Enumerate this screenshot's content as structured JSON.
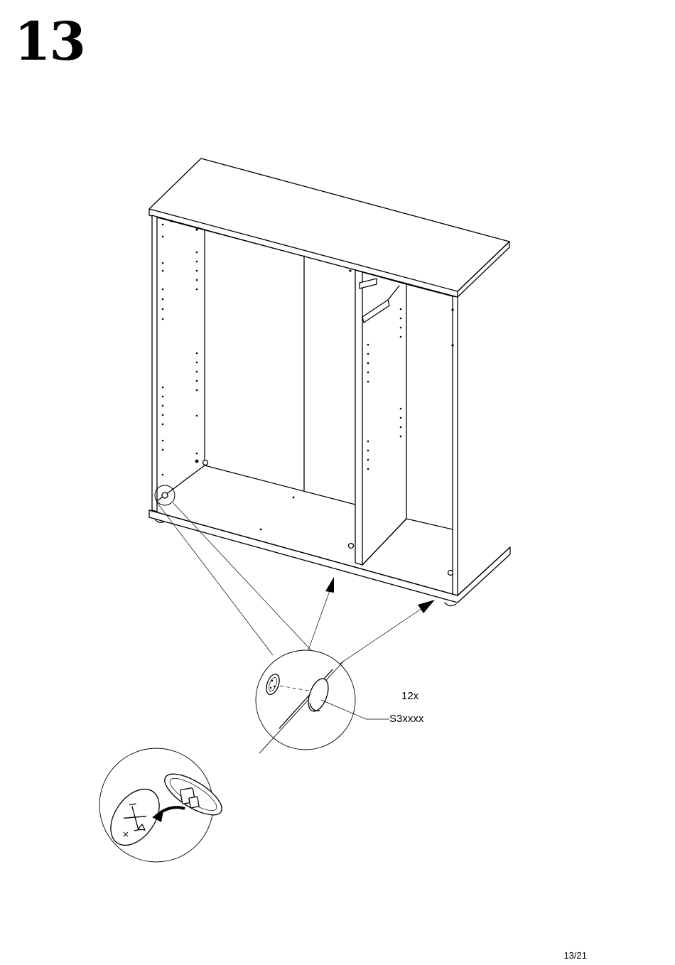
{
  "step": {
    "number": "13"
  },
  "parts": {
    "quantity": "12x",
    "code": "S3xxxx"
  },
  "footer": {
    "page": "13/21"
  },
  "colors": {
    "ink": "#000000",
    "paper": "#ffffff"
  },
  "icons": [
    "cabinet-illustration",
    "cover-cap-detail-icon",
    "cap-removal-detail-icon",
    "arrow-icon"
  ]
}
